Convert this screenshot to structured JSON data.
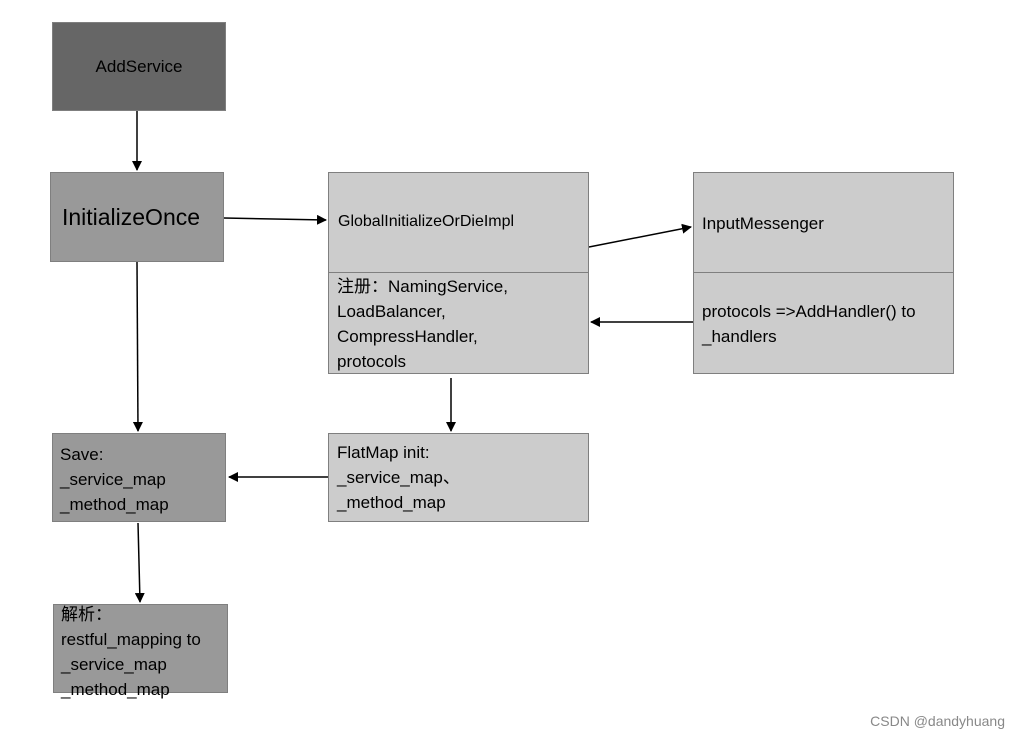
{
  "nodes": {
    "add_service": "AddService",
    "initialize_once": "InitializeOnce",
    "global_init": {
      "title": "GlobalInitializeOrDieImpl",
      "body": "注册：NamingService,\nLoadBalancer,\nCompressHandler,\nprotocols"
    },
    "input_messenger": {
      "title": "InputMessenger",
      "body": "protocols =>AddHandler() to\n_handlers"
    },
    "flatmap_init": " FlatMap init:\n_service_map、\n_method_map",
    "save": "Save:\n_service_map\n_method_map",
    "parse": "解析：\nrestful_mapping to\n_service_map\n_method_map"
  },
  "watermark": "CSDN @dandyhuang"
}
